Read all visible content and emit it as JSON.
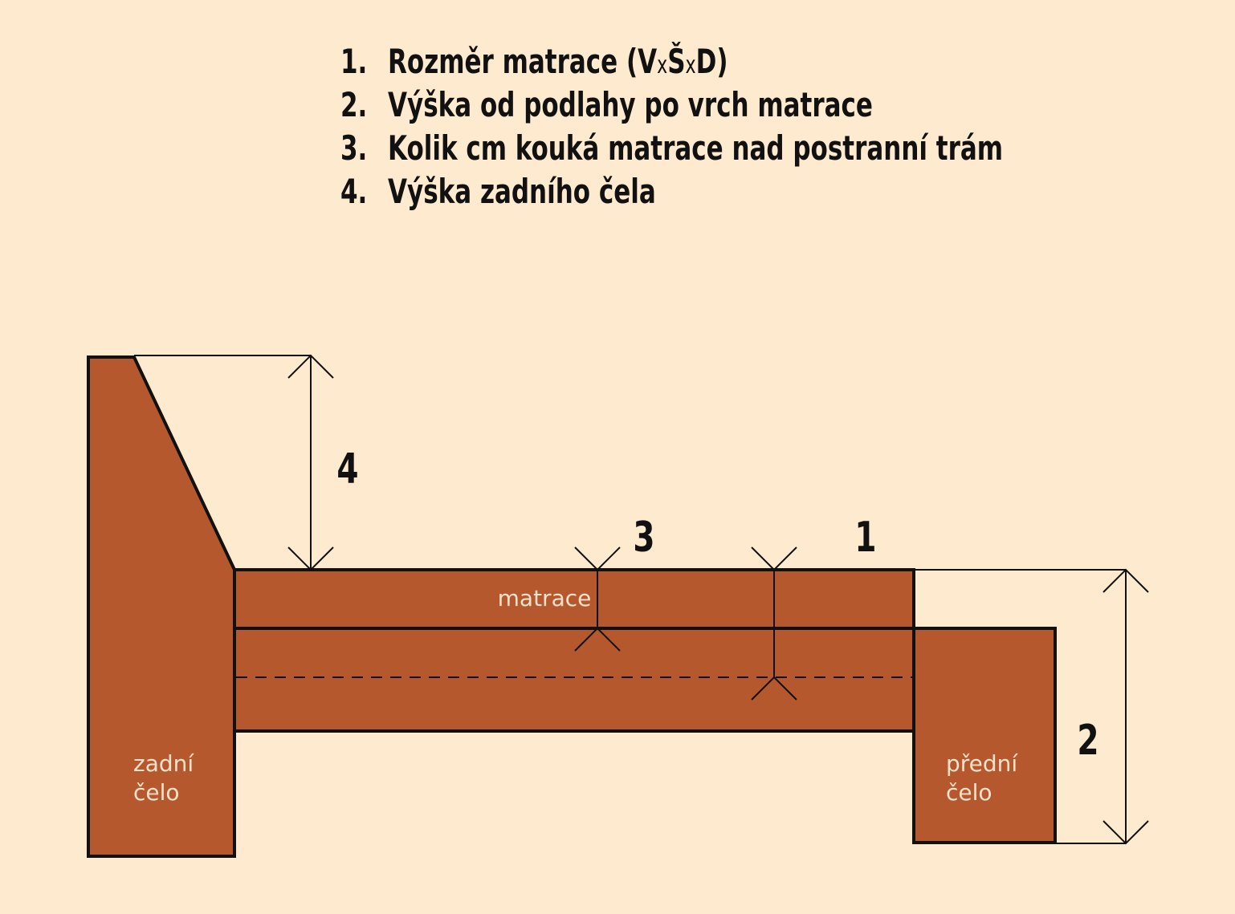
{
  "legend": {
    "items": [
      {
        "num": "1.",
        "label_pre": "Rozměr matrace (V",
        "x1": "x",
        "mid": "Š",
        "x2": "x",
        "post": "D)"
      },
      {
        "num": "2.",
        "label": "Výška od podlahy po vrch matrace"
      },
      {
        "num": "3.",
        "label": "Kolik cm kouká matrace nad postranní trám"
      },
      {
        "num": "4.",
        "label": "Výška zadního čela"
      }
    ]
  },
  "diagram": {
    "mattress_label": "matrace",
    "back_headboard_label_1": "zadní",
    "back_headboard_label_2": "čelo",
    "front_board_label_1": "přední",
    "front_board_label_2": "čelo",
    "marker_1": "1",
    "marker_2": "2",
    "marker_3": "3",
    "marker_4": "4"
  },
  "colors": {
    "background": "#FEEACF",
    "wood": "#B5582E",
    "line": "#111111"
  }
}
